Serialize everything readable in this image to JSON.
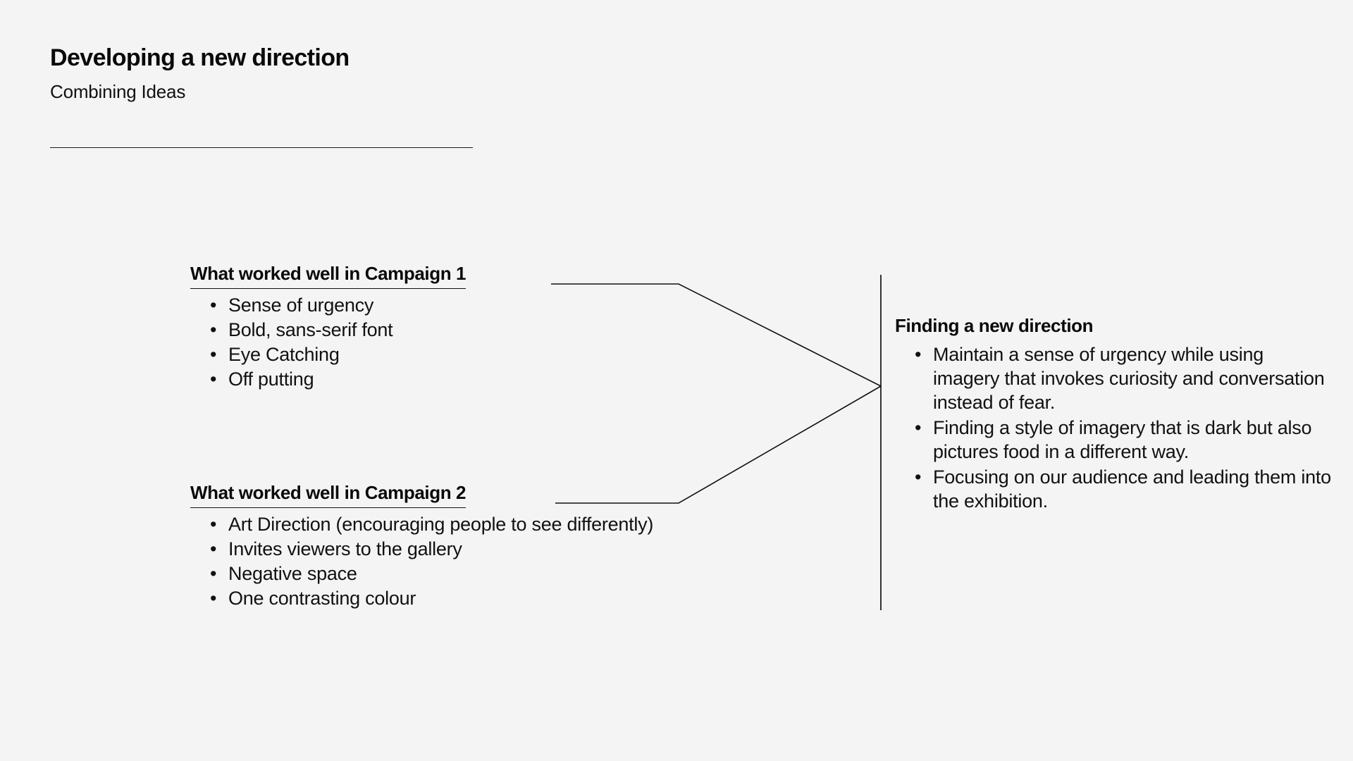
{
  "page": {
    "background_color": "#f4f4f4",
    "text_color": "#0a0a0a",
    "line_color": "#111111"
  },
  "header": {
    "title": "Developing a new direction",
    "subtitle": "Combining Ideas"
  },
  "campaign_1": {
    "heading": "What worked well in Campaign 1",
    "bullets": [
      "Sense of urgency",
      "Bold, sans-serif font",
      "Eye Catching",
      "Off putting"
    ]
  },
  "campaign_2": {
    "heading": "What worked well in Campaign 2",
    "bullets": [
      "Art Direction (encouraging people to see differently)",
      "Invites viewers to the gallery",
      "Negative space",
      "One contrasting colour"
    ]
  },
  "new_direction": {
    "heading": "Finding a new direction",
    "bullets": [
      "Maintain a sense of urgency while using imagery that invokes curiosity and conversation instead of fear.",
      "Finding a style of imagery that is dark but also pictures food in a different way.",
      "Focusing on our audience and leading them into the exhibition."
    ]
  },
  "bullet_glyph": "•",
  "connector": {
    "description": "two converging lines from campaign headings meeting a vertical divider",
    "stroke_color": "#111111"
  }
}
